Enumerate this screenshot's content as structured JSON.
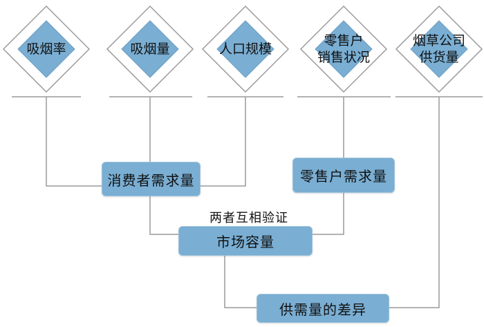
{
  "diagram": {
    "inputs": [
      {
        "label": "吸烟率"
      },
      {
        "label": "吸烟量"
      },
      {
        "label": "人口规模"
      },
      {
        "label": "零售户\n销售状况"
      },
      {
        "label": "烟草公司\n供货量"
      }
    ],
    "nodes": {
      "consumer_demand": "消费者需求量",
      "retailer_demand": "零售户需求量",
      "market_capacity": "市场容量",
      "supply_demand_gap": "供需量的差异"
    },
    "annotation": "两者互相验证",
    "colors": {
      "node_fill": "#7aaed3",
      "diamond_fill": "#7aaed3",
      "line": "#999999"
    }
  }
}
